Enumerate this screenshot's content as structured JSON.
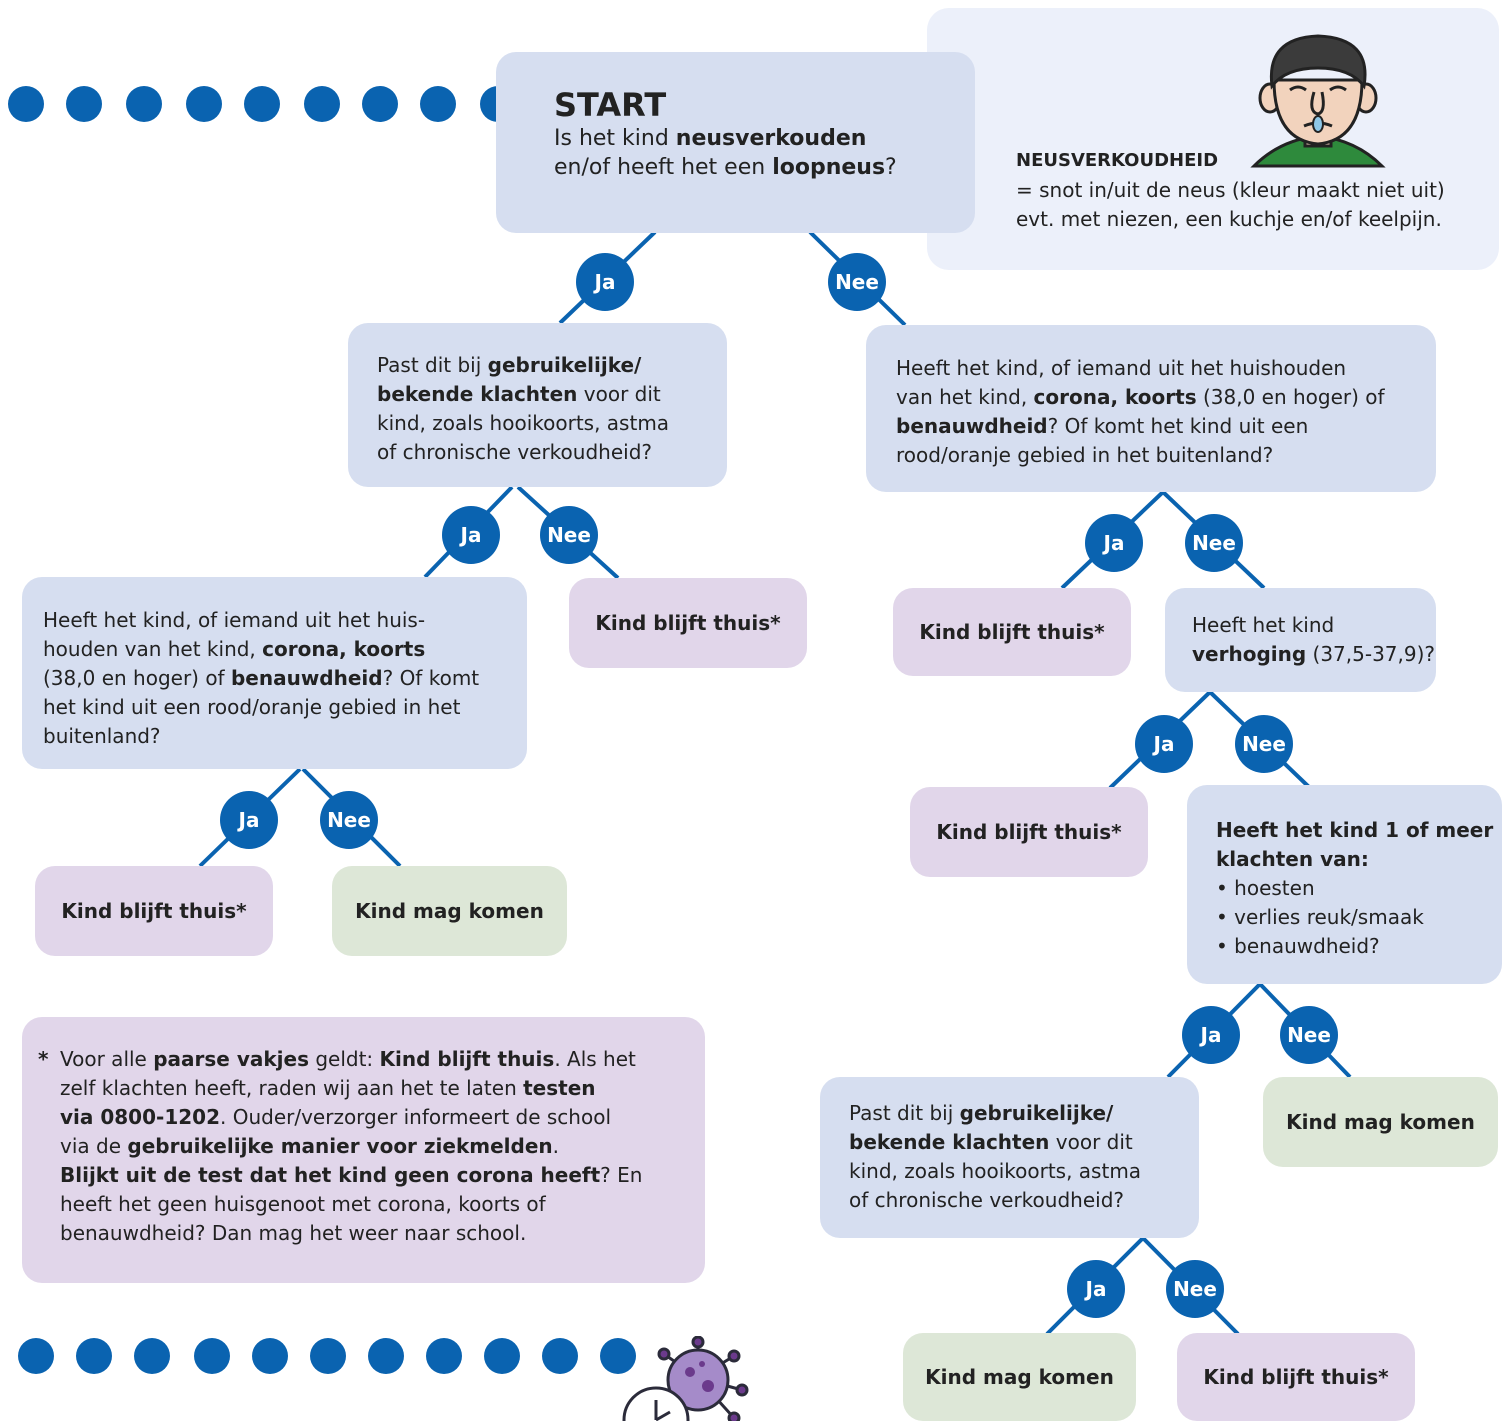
{
  "colors": {
    "accent": "#0a63b0",
    "question": "#d6def0",
    "stay_home": "#e1d6ea",
    "may_come": "#dde7d7",
    "info": "#ecf0fa"
  },
  "start": {
    "title": "START",
    "q_prefix": "Is het kind ",
    "q_b1": "neusverkouden",
    "q_mid": "en/of heeft het een ",
    "q_b2": "loopneus",
    "q_end": "?"
  },
  "info": {
    "title": "NEUSVERKOUDHEID",
    "line1": "= snot in/uit de neus (kleur maakt niet uit)",
    "line2": "evt. met niezen, een kuchje en/of keelpijn.",
    "icon": "sick-child-icon"
  },
  "labels": {
    "yes": "Ja",
    "no": "Nee"
  },
  "outcomes": {
    "stay_home": "Kind blijft thuis*",
    "may_come": "Kind mag komen"
  },
  "q_usual": {
    "l1a": "Past dit bij ",
    "l1b": "gebruikelijke/",
    "l2a": "bekende klachten",
    "l2b": " voor dit",
    "l3": "kind, zoals hooikoorts, astma",
    "l4": "of chronische verkoudheid?"
  },
  "q_household_left": {
    "l1": "Heeft het kind, of iemand uit het huis-",
    "l2a": "houden van het kind, ",
    "l2b": "corona, koorts",
    "l3a": "(38,0 en hoger) of ",
    "l3b": "benauwdheid",
    "l3c": "? Of komt",
    "l4": "het kind uit een rood/oranje gebied in het",
    "l5": "buitenland?"
  },
  "q_household_right": {
    "l1": "Heeft het kind, of iemand uit het huishouden",
    "l2a": "van het kind, ",
    "l2b": "corona, koorts",
    "l2c": " (38,0 en hoger) of",
    "l3a": "benauwdheid",
    "l3b": "? Of komt het kind uit een",
    "l4": " rood/oranje gebied in het buitenland?"
  },
  "q_fever": {
    "l1": "Heeft het kind",
    "l2a": "verhoging",
    "l2b": " (37,5-37,9)?"
  },
  "q_symptoms": {
    "l1": "Heeft het kind 1 of meer",
    "l2": "klachten van:",
    "items": [
      "• hoesten",
      "• verlies reuk/smaak",
      "• benauwdheid?"
    ]
  },
  "footnote": {
    "star": "*",
    "p1": "Voor alle ",
    "b1": "paarse vakjes",
    "p2": " geldt: ",
    "b2": "Kind blijft thuis",
    "p3": ". Als het",
    "p4": "zelf klachten heeft, raden wij aan het te laten ",
    "b3": "testen",
    "b4": "via 0800-1202",
    "p5": ". Ouder/verzorger informeert de school",
    "p6": "via de ",
    "b5": "gebruikelijke manier voor ziekmelden",
    "p7": ".",
    "b6": "Blijkt uit de test dat het kind geen corona heeft",
    "p8": "? En",
    "p9": "heeft het geen huisgenoot met corona, koorts of",
    "p10": "benauwdheid? Dan mag het weer naar school."
  },
  "decor": {
    "virus_icon": "virus-clock-icon"
  }
}
